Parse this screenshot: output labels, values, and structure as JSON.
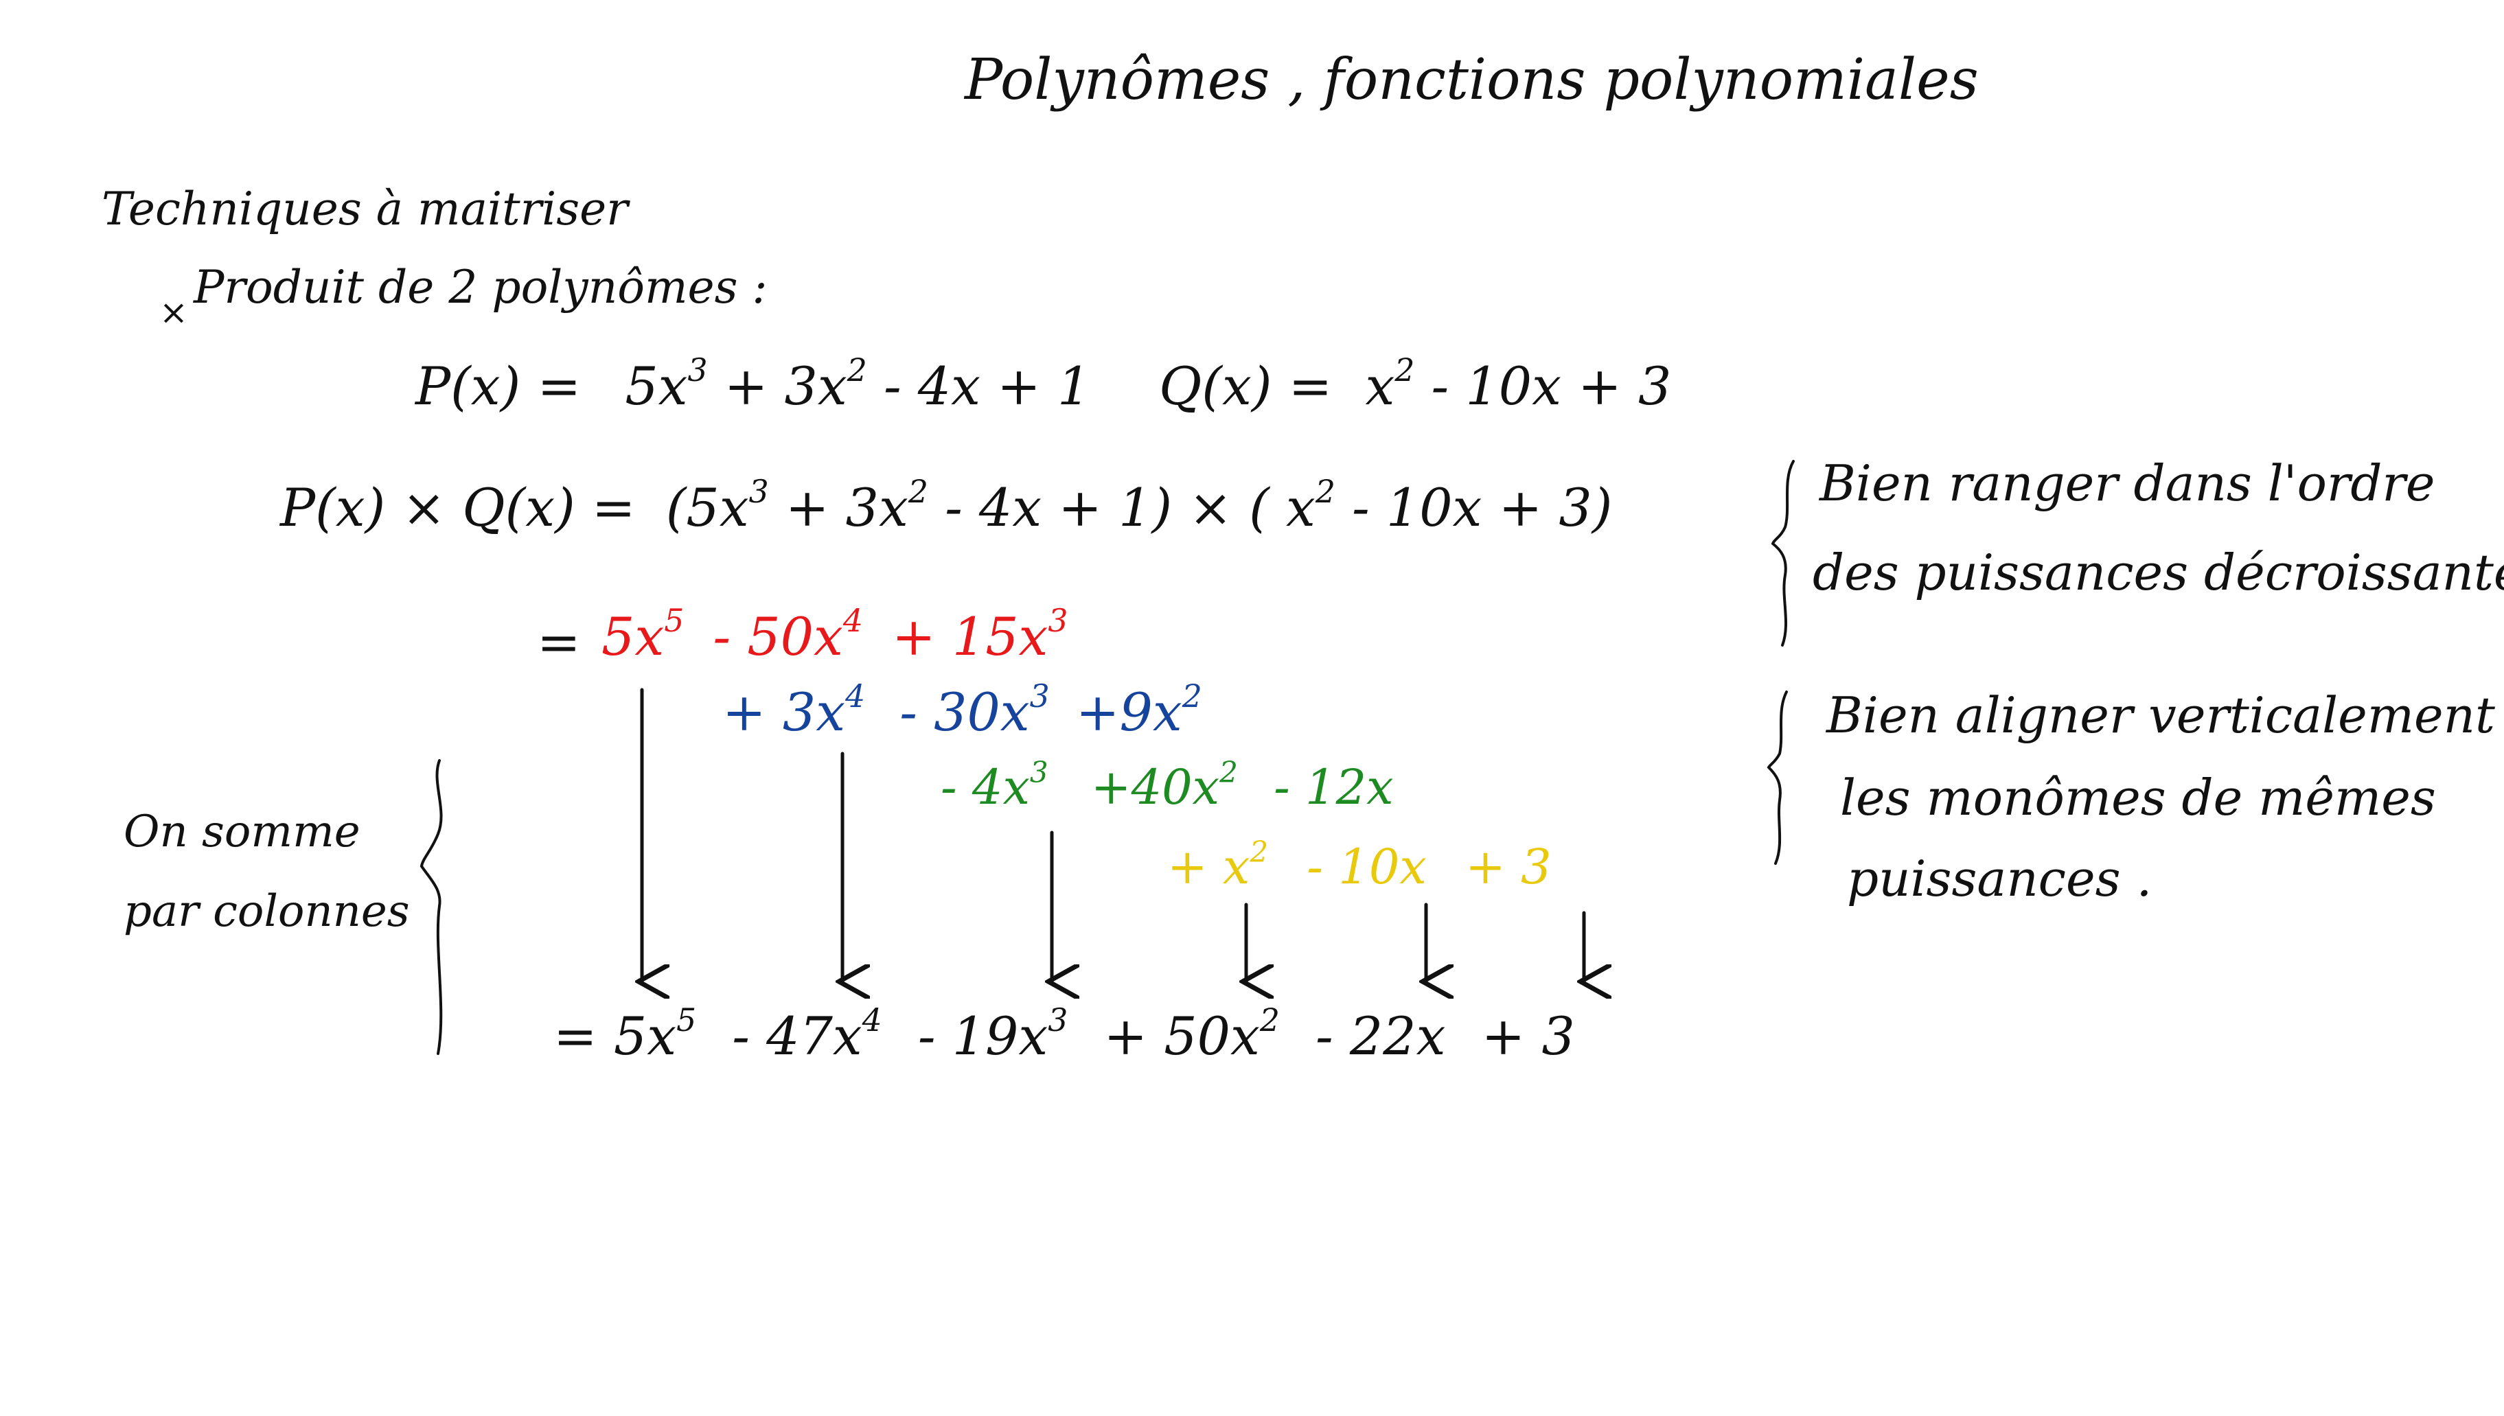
{
  "title": "Polynômes , fonctions polynomiales",
  "heading": "Techniques à maitriser",
  "subheading": "Produit de 2 polynômes :",
  "bullet": "×",
  "definitions": {
    "p_label": "P(x) =",
    "p_terms": [
      "5x",
      "3",
      "+ 3x",
      "2",
      "- 4x + 1"
    ],
    "q_label": "Q(x) =",
    "q_terms": [
      "x",
      "2",
      "- 10x + 3"
    ]
  },
  "product": {
    "lhs": "P(x) × Q(x) =",
    "rhs_a": "(5x",
    "rhs_a_exp": "3",
    "rhs_b": "+ 3x",
    "rhs_b_exp": "2",
    "rhs_c": "- 4x + 1) × ( x",
    "rhs_c_exp": "2",
    "rhs_d": "- 10x + 3)"
  },
  "rows": {
    "red": {
      "eq": "=",
      "t1": "5x",
      "e1": "5",
      "t2": "- 50x",
      "e2": "4",
      "t3": "+ 15x",
      "e3": "3"
    },
    "blue": {
      "t1": "+ 3x",
      "e1": "4",
      "t2": "- 30x",
      "e2": "3",
      "t3": "+9x",
      "e3": "2"
    },
    "green": {
      "t1": "- 4x",
      "e1": "3",
      "t2": "+40x",
      "e2": "2",
      "t3": "- 12x"
    },
    "yellow": {
      "t1": "+ x",
      "e1": "2",
      "t2": "- 10x",
      "t3": "+ 3"
    }
  },
  "result": {
    "eq": "=",
    "t1": "5x",
    "e1": "5",
    "t2": "- 47x",
    "e2": "4",
    "t3": "- 19x",
    "e3": "3",
    "t4": "+ 50x",
    "e4": "2",
    "t5": "- 22x",
    "t6": "+ 3"
  },
  "side_note": {
    "line1": "On somme",
    "line2": "par colonnes"
  },
  "notes": {
    "note1_line1": "Bien ranger dans l'ordre",
    "note1_line2": "des puissances décroissantes.",
    "note2_line1": "Bien aligner verticalement",
    "note2_line2": "les monômes de mêmes",
    "note2_line3": "puissances ."
  },
  "colors": {
    "ink": "#111111",
    "red": "#e8191b",
    "blue": "#16449c",
    "green": "#1e8a22",
    "yellow": "#e8c90b"
  }
}
